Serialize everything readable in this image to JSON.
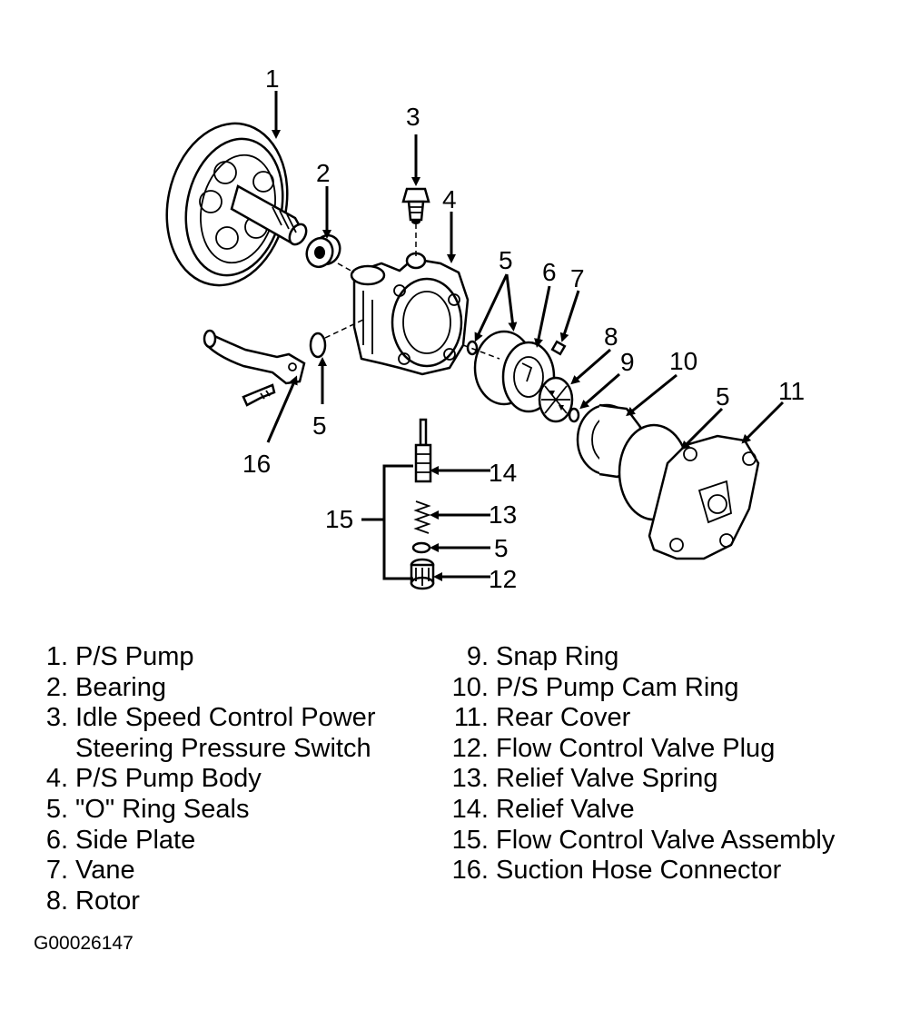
{
  "callouts": {
    "c1": "1",
    "c2": "2",
    "c3": "3",
    "c4": "4",
    "c5a": "5",
    "c5b": "5",
    "c5c": "5",
    "c5d": "5",
    "c6": "6",
    "c7": "7",
    "c8": "8",
    "c9": "9",
    "c10": "10",
    "c11": "11",
    "c12": "12",
    "c13": "13",
    "c14": "14",
    "c15": "15",
    "c16": "16"
  },
  "legend": {
    "left": [
      {
        "num": "1.",
        "label": "P/S Pump"
      },
      {
        "num": "2.",
        "label": "Bearing"
      },
      {
        "num": "3.",
        "label": "Idle Speed Control Power"
      },
      {
        "num": "",
        "label": "Steering Pressure Switch"
      },
      {
        "num": "4.",
        "label": "P/S Pump Body"
      },
      {
        "num": "5.",
        "label": "\"O\" Ring Seals"
      },
      {
        "num": "6.",
        "label": "Side Plate"
      },
      {
        "num": "7.",
        "label": "Vane"
      },
      {
        "num": "8.",
        "label": "Rotor"
      }
    ],
    "right": [
      {
        "num": "9.",
        "label": "Snap Ring"
      },
      {
        "num": "10.",
        "label": "P/S Pump Cam Ring"
      },
      {
        "num": "11.",
        "label": "Rear Cover"
      },
      {
        "num": "12.",
        "label": "Flow Control Valve Plug"
      },
      {
        "num": "13.",
        "label": "Relief Valve Spring"
      },
      {
        "num": "14.",
        "label": "Relief Valve"
      },
      {
        "num": "15.",
        "label": "Flow Control Valve Assembly"
      },
      {
        "num": "16.",
        "label": "Suction Hose Connector"
      }
    ]
  },
  "figure_id": "G00026147"
}
